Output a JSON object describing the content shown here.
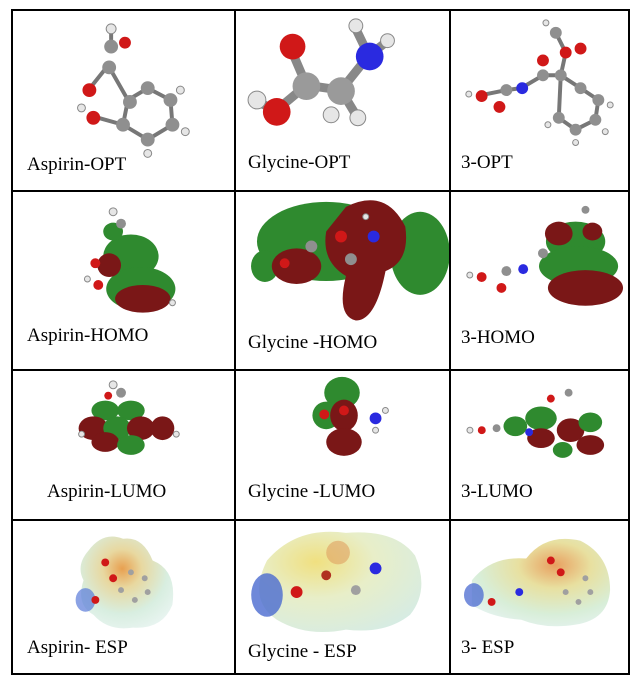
{
  "table": {
    "rows": [
      [
        "Aspirin-OPT",
        "Glycine-OPT",
        "3-OPT"
      ],
      [
        "Aspirin-HOMO",
        "Glycine -HOMO",
        "3-HOMO"
      ],
      [
        "Aspirin-LUMO",
        "Glycine -LUMO",
        "3-LUMO"
      ],
      [
        "Aspirin- ESP",
        "Glycine - ESP",
        "3- ESP"
      ]
    ]
  },
  "colors": {
    "oxygen": "#d01818",
    "nitrogen": "#2a2ae0",
    "carbon": "#8f8f8f",
    "hydrogen": "#e6e6e6",
    "lobe_green": "#2f8a2f",
    "lobe_red": "#7a1717"
  }
}
